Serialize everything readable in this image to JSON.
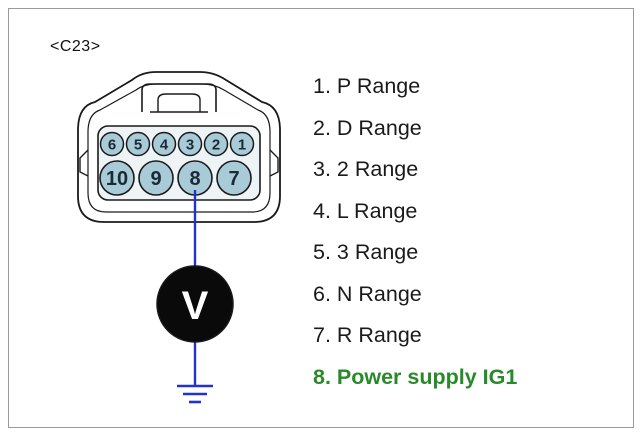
{
  "connector": {
    "id": "<C23>"
  },
  "pins_top": [
    "6",
    "5",
    "4",
    "3",
    "2",
    "1"
  ],
  "pins_bottom": [
    "10",
    "9",
    "8",
    "7"
  ],
  "meter": {
    "symbol": "V"
  },
  "colors": {
    "wire": "#2233cc",
    "highlight": "#2a8a2a",
    "pin_fill": "#a9cbd8",
    "meter_fill": "#0a0a0a"
  },
  "pin_list": [
    {
      "text": "1. P Range",
      "highlight": false
    },
    {
      "text": "2. D Range",
      "highlight": false
    },
    {
      "text": "3. 2 Range",
      "highlight": false
    },
    {
      "text": "4. L Range",
      "highlight": false
    },
    {
      "text": "5. 3 Range",
      "highlight": false
    },
    {
      "text": "6. N Range",
      "highlight": false
    },
    {
      "text": "7. R Range",
      "highlight": false
    },
    {
      "text": "8. Power supply IG1",
      "highlight": true
    }
  ]
}
